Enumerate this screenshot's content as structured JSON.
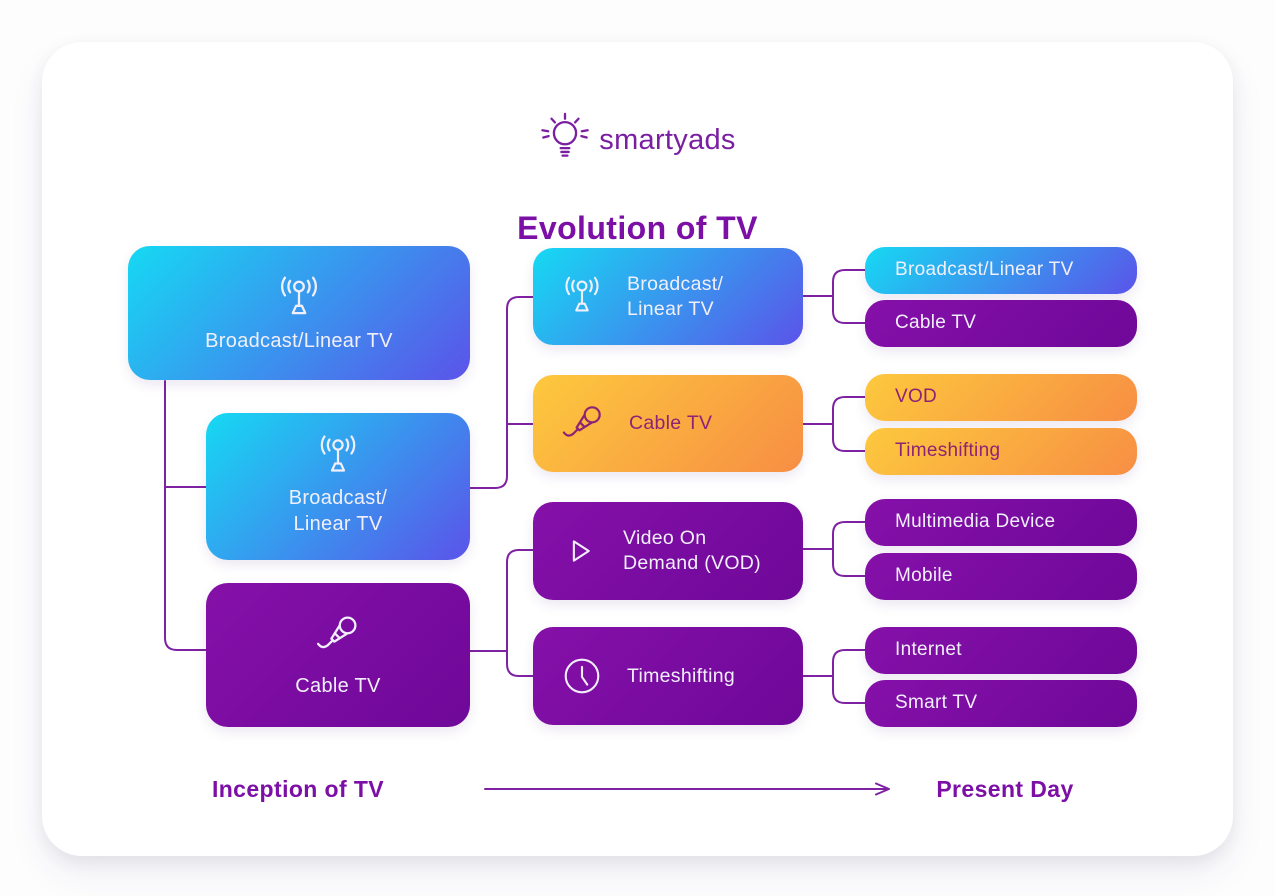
{
  "brand": {
    "name": "smartyads",
    "logo_icon": "lightbulb-icon"
  },
  "title": "Evolution of TV",
  "colors": {
    "blue_start": "#16D9F3",
    "blue_end": "#5B53E9",
    "orange_start": "#FDC93D",
    "orange_end": "#F78E44",
    "purple_start": "#8510A9",
    "purple_end": "#6F0899",
    "connector": "#7E22A3",
    "heading": "#7C0FA5",
    "logo": "#7B1FA2",
    "light_text": "#F1EFFA",
    "orange_box_text": "#8E2376"
  },
  "nodes": {
    "l1": {
      "label": "Broadcast/Linear TV",
      "icon": "broadcast-antenna-icon",
      "variant": "blue"
    },
    "l2": {
      "label": "Broadcast/\nLinear TV",
      "icon": "broadcast-antenna-icon",
      "variant": "blue"
    },
    "l3": {
      "label": "Cable TV",
      "icon": "microphone-icon",
      "variant": "purple"
    },
    "m1": {
      "label": "Broadcast/\nLinear TV",
      "icon": "broadcast-antenna-icon",
      "variant": "blue"
    },
    "m2": {
      "label": "Cable TV",
      "icon": "microphone-icon",
      "variant": "orange"
    },
    "m3": {
      "label": "Video On\nDemand (VOD)",
      "icon": "play-icon",
      "variant": "purple"
    },
    "m4": {
      "label": "Timeshifting",
      "icon": "clock-icon",
      "variant": "purple"
    },
    "r1": {
      "label": "Broadcast/Linear TV",
      "variant": "blue"
    },
    "r2": {
      "label": "Cable TV",
      "variant": "purple"
    },
    "r3": {
      "label": "VOD",
      "variant": "orange"
    },
    "r4": {
      "label": "Timeshifting",
      "variant": "orange"
    },
    "r5": {
      "label": "Multimedia Device",
      "variant": "purple"
    },
    "r6": {
      "label": "Mobile",
      "variant": "purple"
    },
    "r7": {
      "label": "Internet",
      "variant": "purple"
    },
    "r8": {
      "label": "Smart TV",
      "variant": "purple"
    }
  },
  "timeline": {
    "start_label": "Inception of TV",
    "end_label": "Present Day"
  }
}
